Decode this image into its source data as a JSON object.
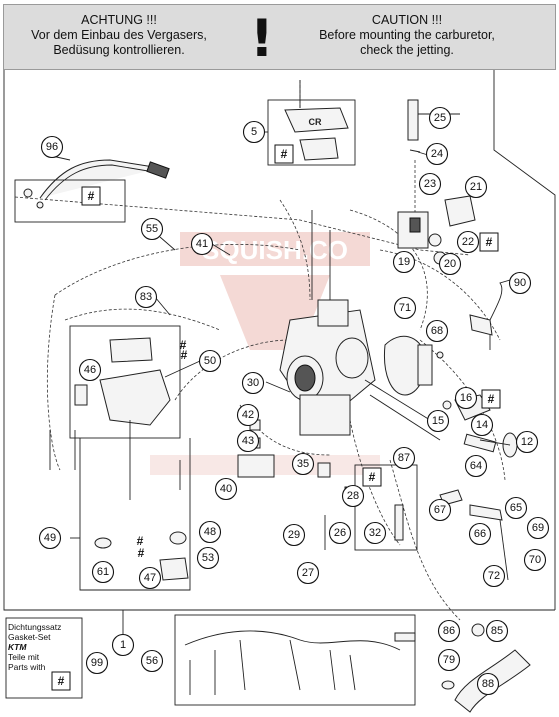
{
  "warning": {
    "de_title": "ACHTUNG !!!",
    "de_line1": "Vor dem Einbau des Vergasers,",
    "de_line2": "Bedüsung kontrollieren.",
    "symbol": "!",
    "en_title": "CAUTION !!!",
    "en_line1": "Before mounting the carburetor,",
    "en_line2": "check the jetting."
  },
  "callouts": [
    "1",
    "5",
    "12",
    "14",
    "15",
    "16",
    "19",
    "20",
    "21",
    "22",
    "23",
    "24",
    "25",
    "26",
    "27",
    "28",
    "29",
    "30",
    "32",
    "35",
    "40",
    "41",
    "42",
    "43",
    "46",
    "47",
    "48",
    "49",
    "50",
    "53",
    "55",
    "56",
    "61",
    "64",
    "65",
    "66",
    "67",
    "68",
    "69",
    "70",
    "71",
    "72",
    "79",
    "83",
    "85",
    "86",
    "87",
    "88",
    "90",
    "96",
    "99"
  ],
  "hash_symbol": "#",
  "gasket_set": {
    "line1": "Dichtungssatz",
    "line2": "Gasket-Set",
    "brand": "KTM",
    "line3": "Teile mit",
    "line4": "Parts with"
  },
  "watermark": "SQUISH.CO",
  "colors": {
    "line": "#222222",
    "banner": "#dcdcdc",
    "watermark": "#e8a8a0"
  }
}
